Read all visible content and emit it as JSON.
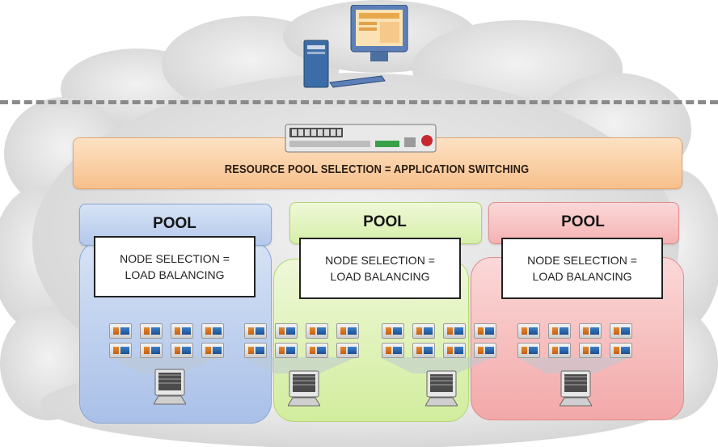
{
  "banner": {
    "label": "RESOURCE POOL SELECTION = APPLICATION SWITCHING"
  },
  "pools": [
    {
      "title": "POOL",
      "node_line1": "NODE SELECTION =",
      "node_line2": "LOAD BALANCING",
      "color": "#bcd0ee"
    },
    {
      "title": "POOL",
      "node_line1": "NODE SELECTION =",
      "node_line2": "LOAD BALANCING",
      "color": "#dff3b8"
    },
    {
      "title": "POOL",
      "node_line1": "NODE SELECTION =",
      "node_line2": "LOAD BALANCING",
      "color": "#f9c2c2"
    }
  ],
  "icons": {
    "client": "desktop-computer-icon",
    "appliance": "network-appliance-icon",
    "server": "server-icon",
    "workstation": "workstation-icon"
  },
  "colors": {
    "banner": "#f7c08c",
    "dashed_line": "#8a8a8a",
    "cloud": "#e6e6e6"
  }
}
